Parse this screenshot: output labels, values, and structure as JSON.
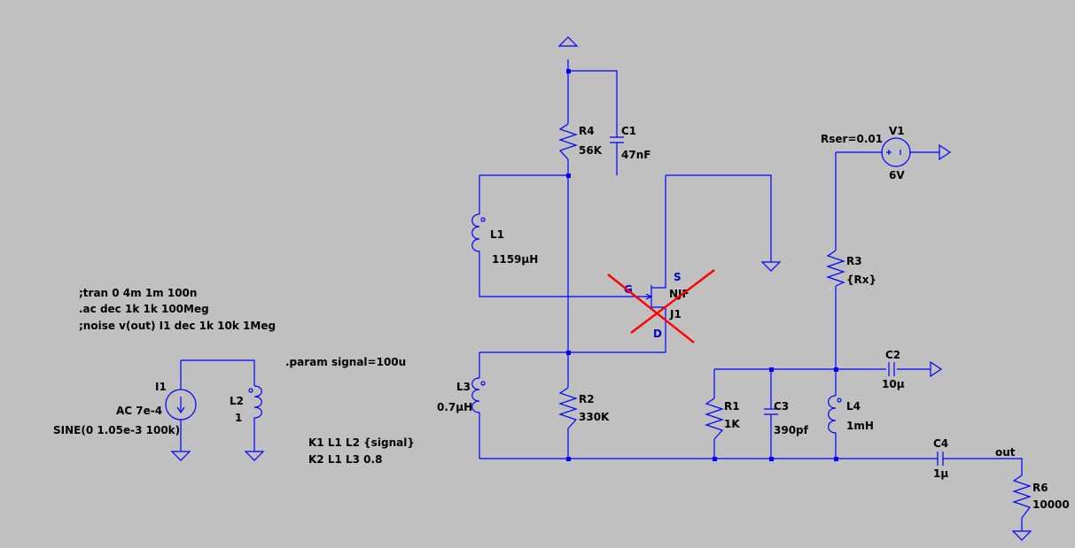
{
  "components": {
    "r4": {
      "name": "R4",
      "value": "56K"
    },
    "c1": {
      "name": "C1",
      "value": "47nF"
    },
    "l1": {
      "name": "L1",
      "value": "1159µH"
    },
    "j1": {
      "name": "J1",
      "model": "NJF",
      "pin_s": "S",
      "pin_g": "G",
      "pin_d": "D"
    },
    "l3": {
      "name": "L3",
      "value": "0.7µH"
    },
    "r2": {
      "name": "R2",
      "value": "330K"
    },
    "v1": {
      "name": "V1",
      "value": "6V",
      "param": "Rser=0.01"
    },
    "r3": {
      "name": "R3",
      "value": "{Rx}"
    },
    "c2": {
      "name": "C2",
      "value": "10µ"
    },
    "r1": {
      "name": "R1",
      "value": "1K"
    },
    "c3": {
      "name": "C3",
      "value": "390pf"
    },
    "l4": {
      "name": "L4",
      "value": "1mH"
    },
    "c4": {
      "name": "C4",
      "value": "1µ"
    },
    "r6": {
      "name": "R6",
      "value": "10000"
    },
    "i1": {
      "name": "I1",
      "ac": "AC 7e-4",
      "sine": "SINE(0 1.05e-3 100k)"
    },
    "l2": {
      "name": "L2",
      "value": "1"
    }
  },
  "net_labels": {
    "out": "out"
  },
  "directives": {
    "tran": ";tran 0 4m 1m 100n",
    "ac": ".ac dec 1k 1k 100Meg",
    "noise": ";noise v(out) I1 dec 1k 10k 1Meg",
    "param": ".param signal=100u",
    "k1": "K1 L1 L2 {signal}",
    "k2": "K2 L1 L3 0.8"
  },
  "colors": {
    "background": "#c0c0c0",
    "wire": "#0000ff",
    "text": "#000000",
    "pin": "#0000c8",
    "error_mark": "#ff0000"
  }
}
